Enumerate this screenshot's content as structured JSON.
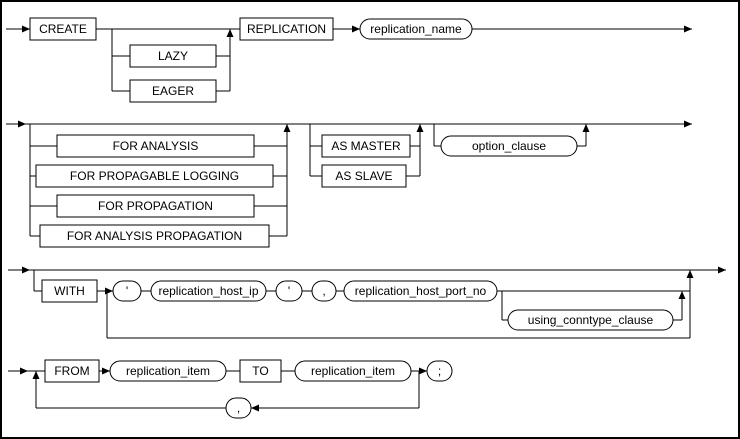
{
  "diagram": {
    "row1": {
      "create": "CREATE",
      "lazy": "LAZY",
      "eager": "EAGER",
      "replication": "REPLICATION",
      "replication_name": "replication_name"
    },
    "row2": {
      "for_analysis": "FOR ANALYSIS",
      "for_propagable_logging": "FOR PROPAGABLE LOGGING",
      "for_propagation": "FOR PROPAGATION",
      "for_analysis_propagation": "FOR ANALYSIS PROPAGATION",
      "as_master": "AS MASTER",
      "as_slave": "AS SLAVE",
      "option_clause": "option_clause"
    },
    "row3": {
      "with_kw": "WITH",
      "quote_open": "'",
      "replication_host_ip": "replication_host_ip",
      "quote_close": "'",
      "comma": ",",
      "replication_host_port_no": "replication_host_port_no",
      "using_conntype_clause": "using_conntype_clause"
    },
    "row4": {
      "from_kw": "FROM",
      "replication_item_src": "replication_item",
      "to_kw": "TO",
      "replication_item_dst": "replication_item",
      "semicolon": ";",
      "comma": ","
    },
    "colors": {
      "line": "#000000",
      "shape_fill": "#ffffff",
      "background": "#ffffff"
    }
  }
}
